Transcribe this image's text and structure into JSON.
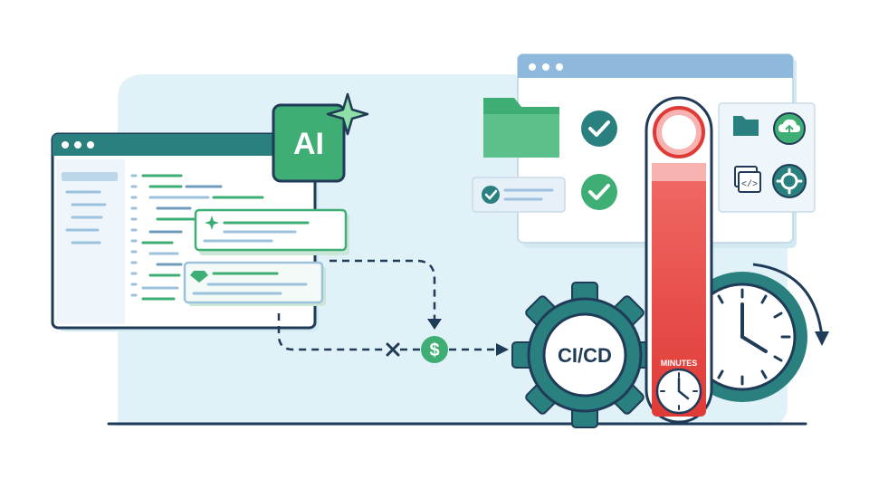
{
  "ai_badge": {
    "label": "AI"
  },
  "cicd": {
    "label": "CI/CD"
  },
  "pipeline": {
    "cost_icon": "dollar-coin-icon",
    "failure_marker": "x-mark-icon"
  },
  "thermometer": {
    "label": "MINUTES"
  },
  "colors": {
    "teal": "#2a7f7f",
    "green": "#3fae74",
    "red": "#e8433f",
    "navy": "#1f3b57",
    "light_blue": "#e0f1f8"
  }
}
